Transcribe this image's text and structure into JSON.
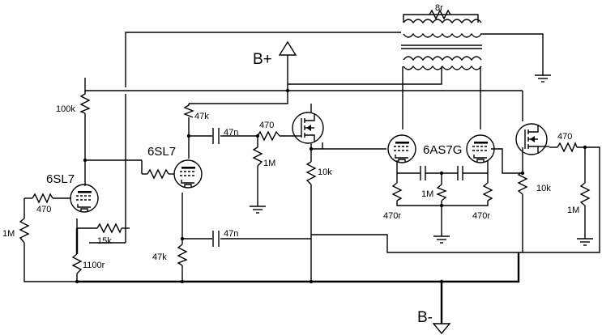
{
  "labels": {
    "r_8r": "8r",
    "b_plus": "B+",
    "b_minus": "B-",
    "r_100k": "100k",
    "r_47k_top": "47k",
    "c_47n_top": "47n",
    "r_470_mid": "470",
    "r_1m_mid": "1M",
    "r_10k_mid": "10k",
    "tube_6sl7_left": "6SL7",
    "tube_6sl7_mid": "6SL7",
    "tube_6as7g": "6AS7G",
    "r_470_in": "470",
    "r_1m_in": "1M",
    "r_15k": "15k",
    "r_1100r": "1100r",
    "r_47k_bottom": "47k",
    "c_47n_bottom": "47n",
    "r_1m_cathode": "1M",
    "r_470r_left": "470r",
    "r_470r_right": "470r",
    "r_10k_right": "10k",
    "r_470_right": "470",
    "r_1m_right": "1M"
  }
}
